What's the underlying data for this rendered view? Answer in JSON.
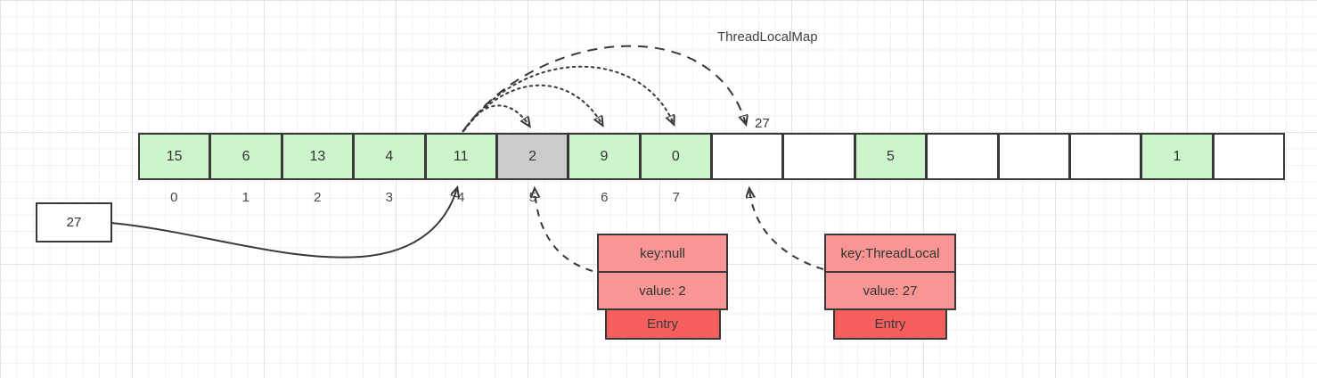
{
  "title": "ThreadLocalMap",
  "colors": {
    "cell_filled": "#ccf5cc",
    "cell_stale": "#cccccc",
    "cell_empty": "#ffffff",
    "entry_row": "#f99595",
    "entry_tag": "#f75f5f",
    "stroke": "#383838"
  },
  "array": {
    "cells": [
      {
        "value": "15",
        "state": "filled"
      },
      {
        "value": "6",
        "state": "filled"
      },
      {
        "value": "13",
        "state": "filled"
      },
      {
        "value": "4",
        "state": "filled"
      },
      {
        "value": "11",
        "state": "filled"
      },
      {
        "value": "2",
        "state": "stale"
      },
      {
        "value": "9",
        "state": "filled"
      },
      {
        "value": "0",
        "state": "filled"
      },
      {
        "value": "",
        "state": "empty"
      },
      {
        "value": "",
        "state": "empty"
      },
      {
        "value": "5",
        "state": "filled"
      },
      {
        "value": "",
        "state": "empty"
      },
      {
        "value": "",
        "state": "empty"
      },
      {
        "value": "",
        "state": "empty"
      },
      {
        "value": "1",
        "state": "filled"
      },
      {
        "value": "",
        "state": "empty"
      }
    ],
    "index_labels": [
      "0",
      "1",
      "2",
      "3",
      "4",
      "5",
      "6",
      "7"
    ]
  },
  "incoming_value_box": {
    "value": "27"
  },
  "rehash_target_label": "27",
  "entries": [
    {
      "key": "key:null",
      "value": "value: 2",
      "label": "Entry"
    },
    {
      "key": "key:ThreadLocal",
      "value": "value: 27",
      "label": "Entry"
    }
  ]
}
